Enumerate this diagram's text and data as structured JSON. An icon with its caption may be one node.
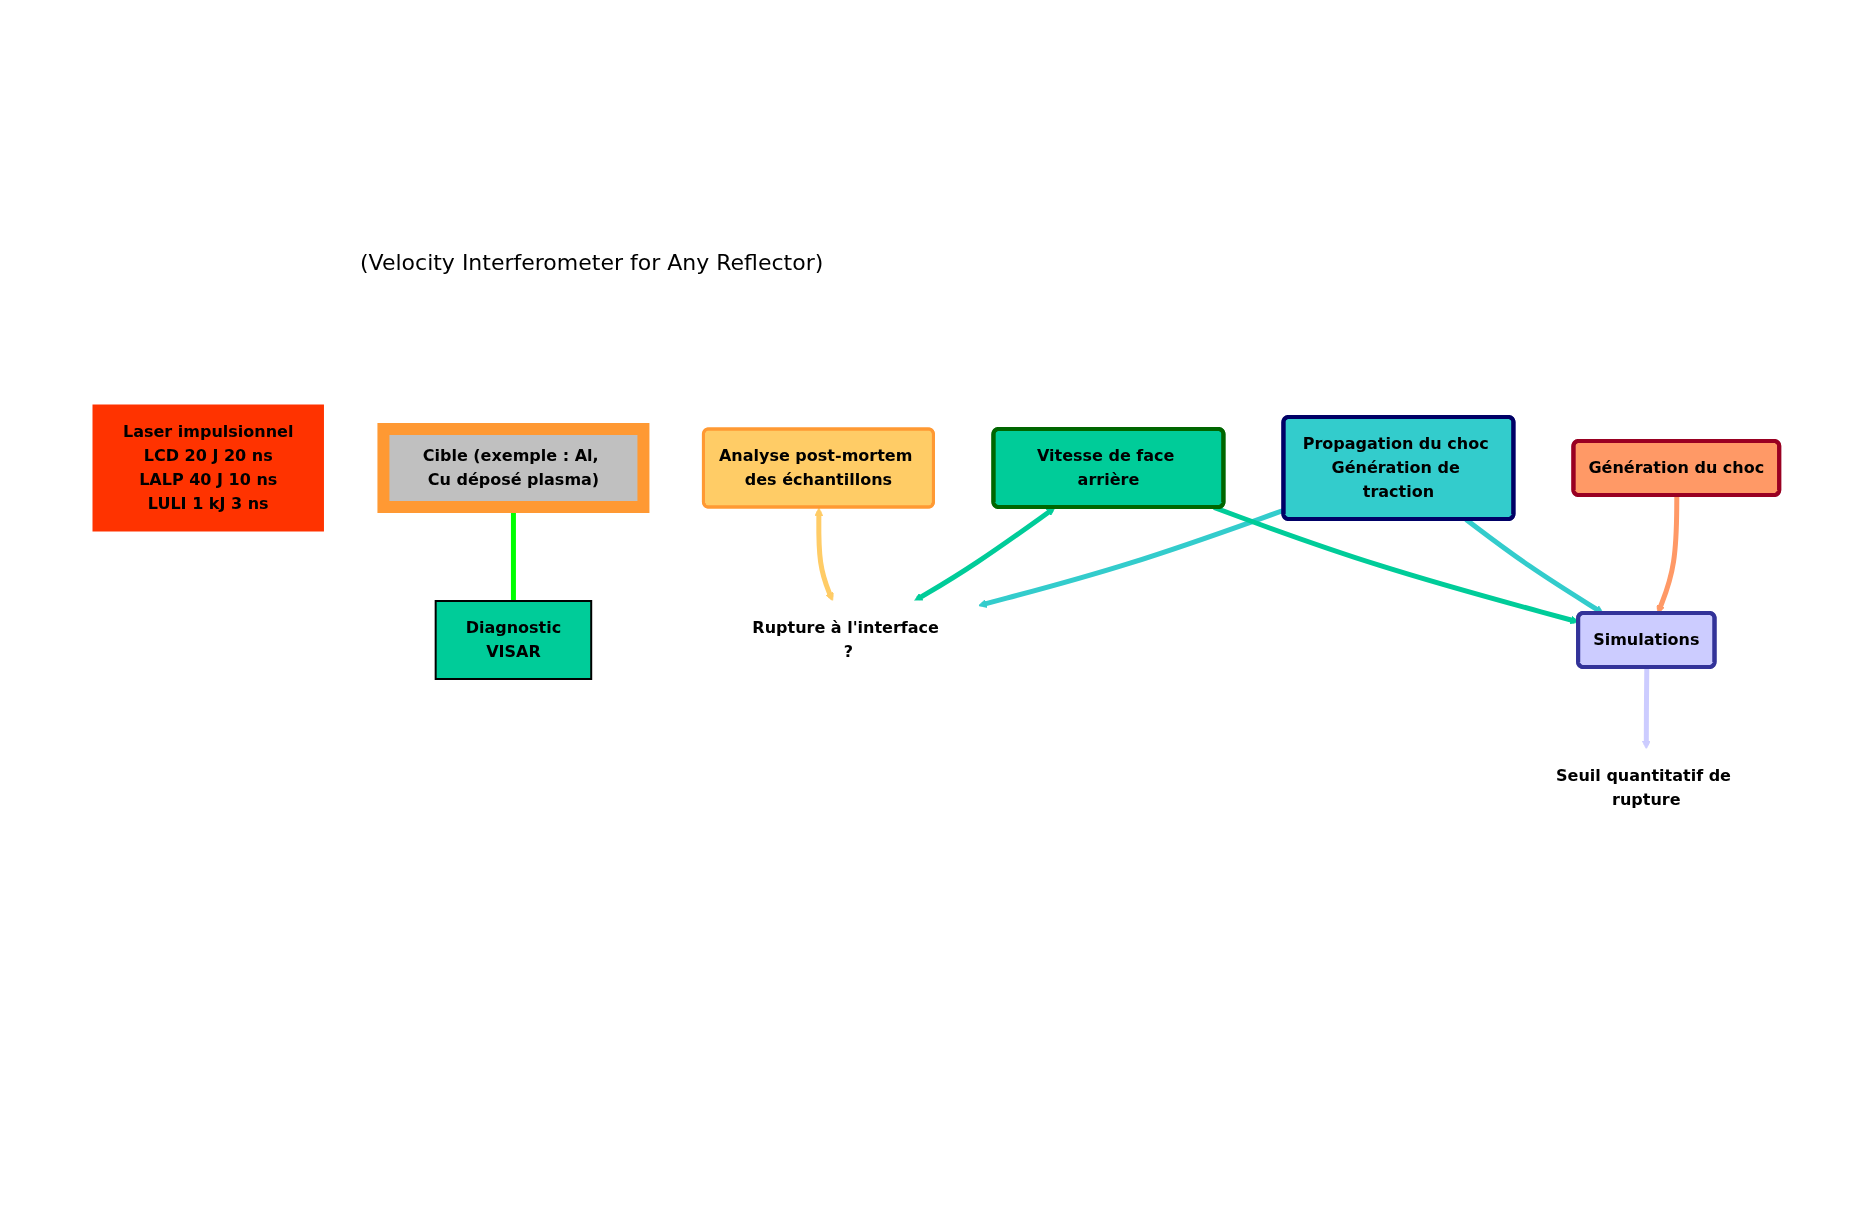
{
  "diagram": {
    "nodes": [
      {
        "text": [
          "Laser impulsionnel",
          "LCD 20 J 20 ns",
          "LALP 40 J 10 ns",
          "LULI 1 kJ 3 ns"
        ]
      },
      {
        "text": [
          "Cible (exemple : Al, Cu déposé plasma)"
        ]
      },
      {
        "text": [
          "Diagnostic",
          "VISAR"
        ]
      },
      {
        "text": [
          "Génération du choc"
        ]
      },
      {
        "text": [
          "Propagation du choc Génération de traction"
        ]
      },
      {
        "text": [
          "Vitesse de face arrière"
        ]
      },
      {
        "text": [
          "Rupture à l'interface ?"
        ]
      },
      {
        "text": [
          "Simulations"
        ]
      },
      {
        "text": [
          "Seuil quantitatif de rupture"
        ]
      },
      {
        "text": [
          "Analyse post-mortem des échantillons"
        ]
      }
    ],
    "edges": [
      {
        "from": 1,
        "to": 2,
        "arrow": "none",
        "color": "#00ff00"
      },
      {
        "from": 3,
        "to": 7,
        "arrow": "to",
        "color": "#ff9966"
      },
      {
        "from": 4,
        "to": 7,
        "arrow": "to",
        "color": "#33cccc"
      },
      {
        "from": 4,
        "to": 6,
        "arrow": "to",
        "color": "#33cccc"
      },
      {
        "from": 5,
        "to": 6,
        "arrow": "both",
        "color": "#00cc99"
      },
      {
        "from": 5,
        "to": 7,
        "arrow": "to",
        "color": "#00cc99"
      },
      {
        "from": 9,
        "to": 6,
        "arrow": "both",
        "color": "#ffcc66"
      },
      {
        "from": 7,
        "to": 8,
        "arrow": "to",
        "color": "#ccccff"
      }
    ],
    "labels": [
      "(Velocity Interferometer for Any Reflector)"
    ]
  }
}
